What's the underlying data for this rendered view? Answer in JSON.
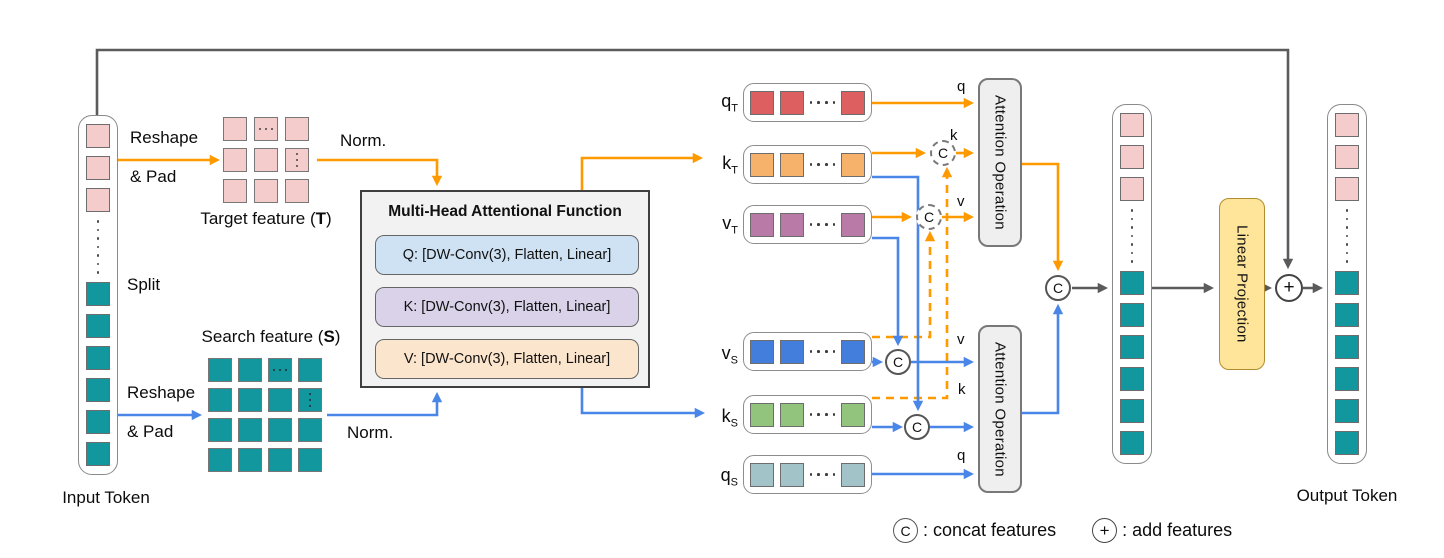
{
  "labels": {
    "input_token": "Input Token",
    "output_token": "Output Token",
    "split": "Split",
    "reshape": "Reshape",
    "and_pad": "& Pad",
    "norm": "Norm.",
    "target_feature_prefix": "Target feature (",
    "target_feature_bold": "T",
    "target_feature_suffix": ")",
    "search_feature_prefix": "Search feature (",
    "search_feature_bold": "S",
    "search_feature_suffix": ")"
  },
  "mhaf": {
    "title": "Multi-Head Attentional Function",
    "q_row": "Q: [DW-Conv(3), Flatten, Linear]",
    "k_row": "K: [DW-Conv(3), Flatten, Linear]",
    "v_row": "V: [DW-Conv(3), Flatten, Linear]"
  },
  "tokens": {
    "qT": {
      "base": "q",
      "sub": "T"
    },
    "kT": {
      "base": "k",
      "sub": "T"
    },
    "vT": {
      "base": "v",
      "sub": "T"
    },
    "vS": {
      "base": "v",
      "sub": "S"
    },
    "kS": {
      "base": "k",
      "sub": "S"
    },
    "qS": {
      "base": "q",
      "sub": "S"
    }
  },
  "ports": {
    "top_q": "q",
    "top_k": "k",
    "top_v": "v",
    "bot_v": "v",
    "bot_k": "k",
    "bot_q": "q"
  },
  "attention_top": "Attention Operation",
  "attention_bottom": "Attention Operation",
  "linear_projection": "Linear Projection",
  "symbols": {
    "concat": "C",
    "add": "+"
  },
  "legend": {
    "concat_text": ": concat features",
    "add_text": ": add features"
  },
  "colors": {
    "pink_token": "#f4cccc",
    "teal_token": "#12979f",
    "q_target": "#dd5f5f",
    "k_target": "#f6b26b",
    "v_target": "#b97aa7",
    "v_search": "#447edd",
    "k_search": "#93c47d",
    "q_search": "#a2c4c9",
    "q_row_bg": "#cfe2f3",
    "k_row_bg": "#d9d2e9",
    "v_row_bg": "#fce5cd",
    "linear_projection_bg": "#ffe599",
    "attention_box_bg": "#efefef",
    "arrow_orange": "#ff9900",
    "arrow_blue": "#4a86e8",
    "arrow_gray": "#5b5b5b"
  }
}
